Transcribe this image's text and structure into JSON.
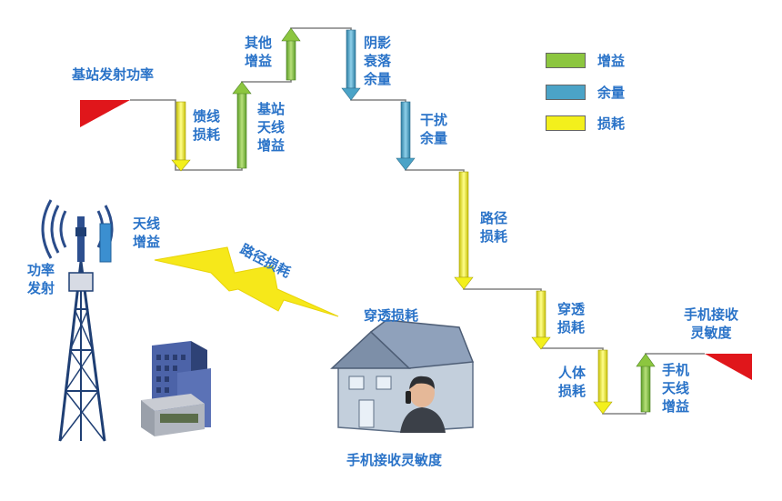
{
  "colors": {
    "gain": "#8cc63f",
    "margin": "#4ba3c7",
    "loss": "#f3f01c",
    "text": "#2a73c8",
    "line": "#777777",
    "start_triangle": "#e0161b",
    "end_triangle": "#e0161b",
    "lightning": "#f6e81a"
  },
  "labels": {
    "bs_tx_power": "基站发射功率",
    "feeder_loss": "馈线\n损耗",
    "bs_antenna_gain": "基站\n天线\n增益",
    "other_gain": "其他\n增益",
    "shadow_fading_margin": "阴影\n衰落\n余量",
    "interference_margin": "干扰\n余量",
    "path_loss": "路径\n损耗",
    "penetration_loss": "穿透\n损耗",
    "body_loss": "人体\n损耗",
    "phone_antenna_gain": "手机\n天线\n增益",
    "phone_rx_sensitivity": "手机接收\n灵敏度"
  },
  "legend": [
    {
      "label": "增益",
      "color_key": "gain"
    },
    {
      "label": "余量",
      "color_key": "margin"
    },
    {
      "label": "损耗",
      "color_key": "loss"
    }
  ],
  "illustration": {
    "antenna_gain": "天线\n增益",
    "tx_power": "功率\n发射",
    "path_loss": "路径损耗",
    "penetration_loss": "穿透损耗",
    "phone_rx_sensitivity": "手机接收灵敏度",
    "tower_icon": "tower-icon",
    "building_icon": "office-building-icon",
    "house_icon": "house-icon",
    "lightning_icon": "lightning-icon"
  }
}
